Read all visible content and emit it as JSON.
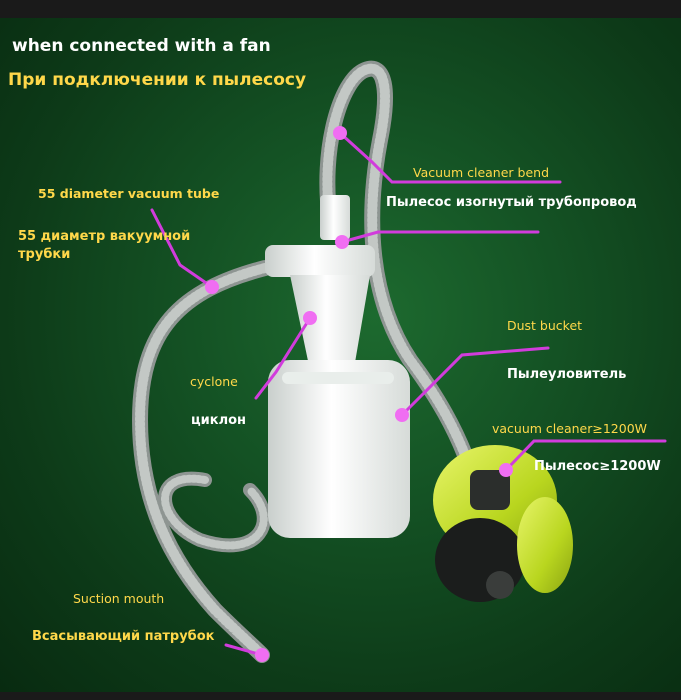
{
  "headings": {
    "english": "when connected with a fan",
    "russian": "При подключении к пылесосу"
  },
  "labels": {
    "bend": {
      "en": "Vacuum cleaner bend",
      "ru": "Пылесос изогнутый трубопровод"
    },
    "tube": {
      "en": "55 diameter vacuum tube",
      "ru_line1": "55 диаметр вакуумной",
      "ru_line2": "трубки"
    },
    "dust": {
      "en": "Dust bucket",
      "ru": "Пылеуловитель"
    },
    "cyclone": {
      "en": "cyclone",
      "ru": "циклон"
    },
    "vacuum": {
      "en": "vacuum cleaner≥1200W",
      "ru": "Пылесос≥1200W"
    },
    "suction": {
      "en": "Suction mouth",
      "ru": "Всасывающий патрубок"
    }
  },
  "colors": {
    "callout": "#d13cdc",
    "callout_dot": "#f06ef2",
    "label_yellow": "#ffd84a",
    "label_white": "#ffffff",
    "background": "#145224",
    "cleaner_lime": "#b9d61f"
  }
}
